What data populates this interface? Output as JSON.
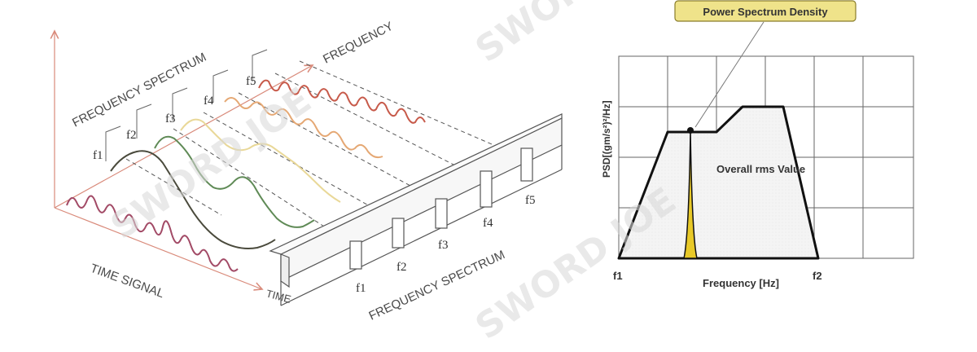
{
  "diagram": {
    "axis_labels": {
      "frequency_spectrum_upper": "FREQUENCY SPECTRUM",
      "frequency": "FREQUENCY",
      "time_signal": "TIME SIGNAL",
      "time": "TIME",
      "frequency_spectrum_lower": "FREQUENCY SPECTRUM"
    },
    "wave_labels": [
      "f1",
      "f2",
      "f3",
      "f4",
      "f5"
    ],
    "spectrum_labels": [
      "f1",
      "f2",
      "f3",
      "f4",
      "f5"
    ],
    "wave_colors": [
      "#4a4a3c",
      "#5f8a56",
      "#e9d898",
      "#e5a874",
      "#c75a4a"
    ],
    "time_signal_color": "#a24a66"
  },
  "psd_chart": {
    "callout": "Power Spectrum Density",
    "ylabel": "PSD[(gm/s²)²/Hz]",
    "xlabel": "Frequency [Hz]",
    "x_start_label": "f1",
    "x_end_label": "f2",
    "annotation": "Overall rms Value"
  },
  "watermark": "SWORD JOE"
}
